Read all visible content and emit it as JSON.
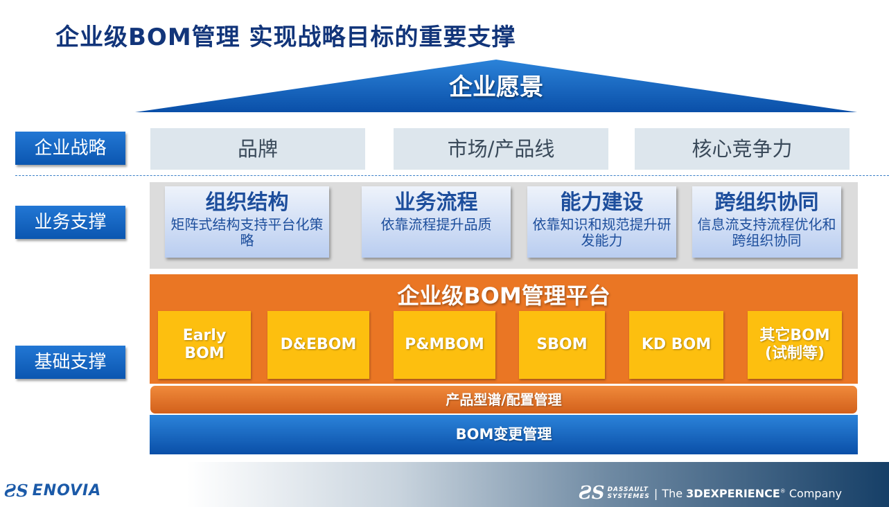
{
  "title": "企业级BOM管理 实现战略目标的重要支撑",
  "vision": "企业愿景",
  "side_labels": {
    "strategy": "企业战略",
    "business": "业务支撑",
    "foundation": "基础支撑"
  },
  "strategy_items": [
    "品牌",
    "市场/产品线",
    "核心竞争力"
  ],
  "business_cards": [
    {
      "heading": "组织结构",
      "desc": "矩阵式结构支持平台化策略"
    },
    {
      "heading": "业务流程",
      "desc": "依靠流程提升品质"
    },
    {
      "heading": "能力建设",
      "desc": "依靠知识和规范提升研发能力"
    },
    {
      "heading": "跨组织协同",
      "desc": "信息流支持流程优化和跨组织协同"
    }
  ],
  "platform": {
    "title": "企业级BOM管理平台",
    "tiles": [
      "Early BOM",
      "D&EBOM",
      "P&MBOM",
      "SBOM",
      "KD BOM",
      "其它BOM (试制等)"
    ]
  },
  "config_bar": "产品型谱/配置管理",
  "change_bar": "BOM变更管理",
  "footer": {
    "enovia_word": "ENOVIA",
    "ds_top": "DASSAULT",
    "ds_bottom": "SYSTEMES",
    "tag_the": "The",
    "tag_brand": "3DEXPERIENCE",
    "tag_company": "Company"
  },
  "colors": {
    "title": "#12357a",
    "blue": "#0b56b0",
    "orange": "#ea7624",
    "yellow": "#fdbf0f",
    "strategy_box": "#dde6ed"
  }
}
